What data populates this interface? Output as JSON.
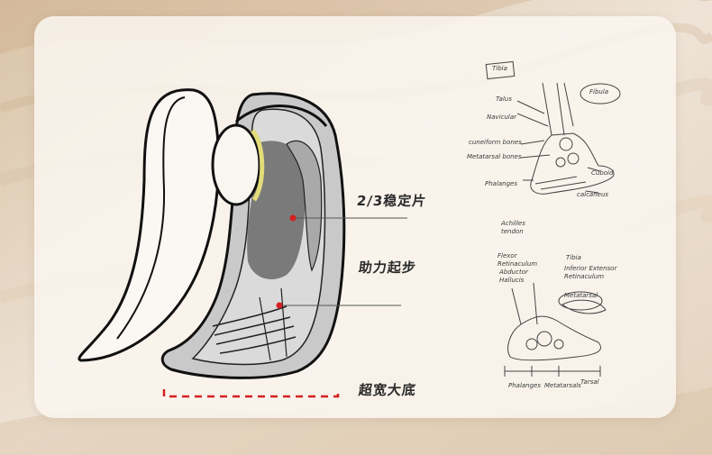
{
  "callouts": {
    "stabilizer": "2/3稳定片",
    "push_assist": "助力起步",
    "wide_base": "超宽大底"
  },
  "sketch_labels": {
    "top": {
      "tibia": "Tibia",
      "fibula": "Fibula",
      "talus": "Talus",
      "navicular": "Navicular",
      "cuneiform": "cuneiform bones",
      "metatarsal": "Metatarsal bones",
      "phalanges": "Phalanges",
      "cuboid": "Cuboid",
      "calcaneus": "calcaneus"
    },
    "bottom": {
      "achilles": "Achilles tendon",
      "flexor": "Flexor Retinaculum",
      "abductor": "Abductor Hallucis",
      "tibia": "Tibia",
      "inferior_extensor": "Inferior Extensor Retinaculum",
      "metatarsal": "Metatarsal",
      "phalanges": "Phalanges",
      "metatarsals": "Metatarsals",
      "tarsal": "Tarsal"
    }
  },
  "colors": {
    "marker": "#d42020",
    "dashed_line": "#d42020",
    "insole_gray": "#bdbdbd",
    "stabilizer_dark": "#777777",
    "accent_ring": "#e2dc7a"
  }
}
